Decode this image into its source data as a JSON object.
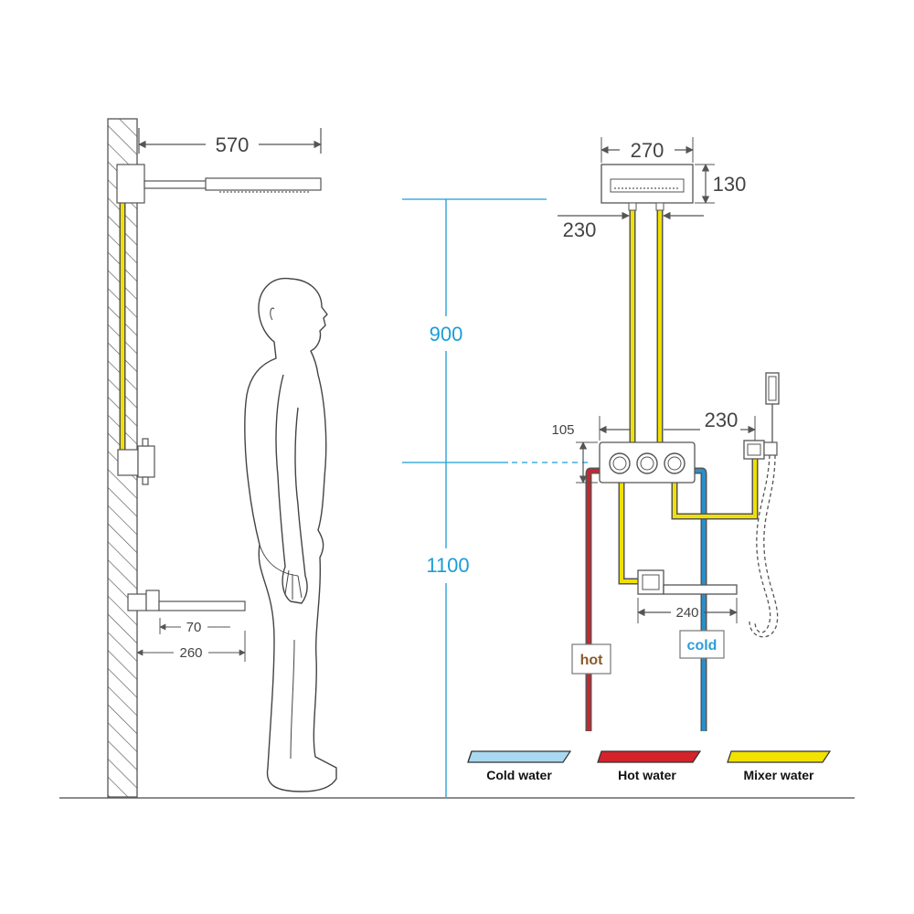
{
  "dimensions": {
    "overhead_arm_length": "570",
    "spout_projection": "260",
    "spout_offset": "70",
    "mixer_to_head_height": "900",
    "floor_to_mixer_height": "1100",
    "head_width": "270",
    "head_height": "130",
    "head_inlet_spacing": "230",
    "valve_height": "105",
    "valve_to_holder": "230",
    "spout_width": "240"
  },
  "pipe_tags": {
    "hot": "hot",
    "cold": "cold"
  },
  "legend": [
    {
      "label": "Cold water",
      "color": "#a9d8f0"
    },
    {
      "label": "Hot water",
      "color": "#d4232b"
    },
    {
      "label": "Mixer water",
      "color": "#f2e200"
    }
  ],
  "colors": {
    "cold": "#2a8fc9",
    "hot": "#c8262d",
    "mixer": "#f0e000",
    "dimension_blue": "#1a9ed6",
    "hot_tag_text": "#8a5a2b",
    "cold_tag_text": "#2a9fd8",
    "line": "#555555"
  }
}
